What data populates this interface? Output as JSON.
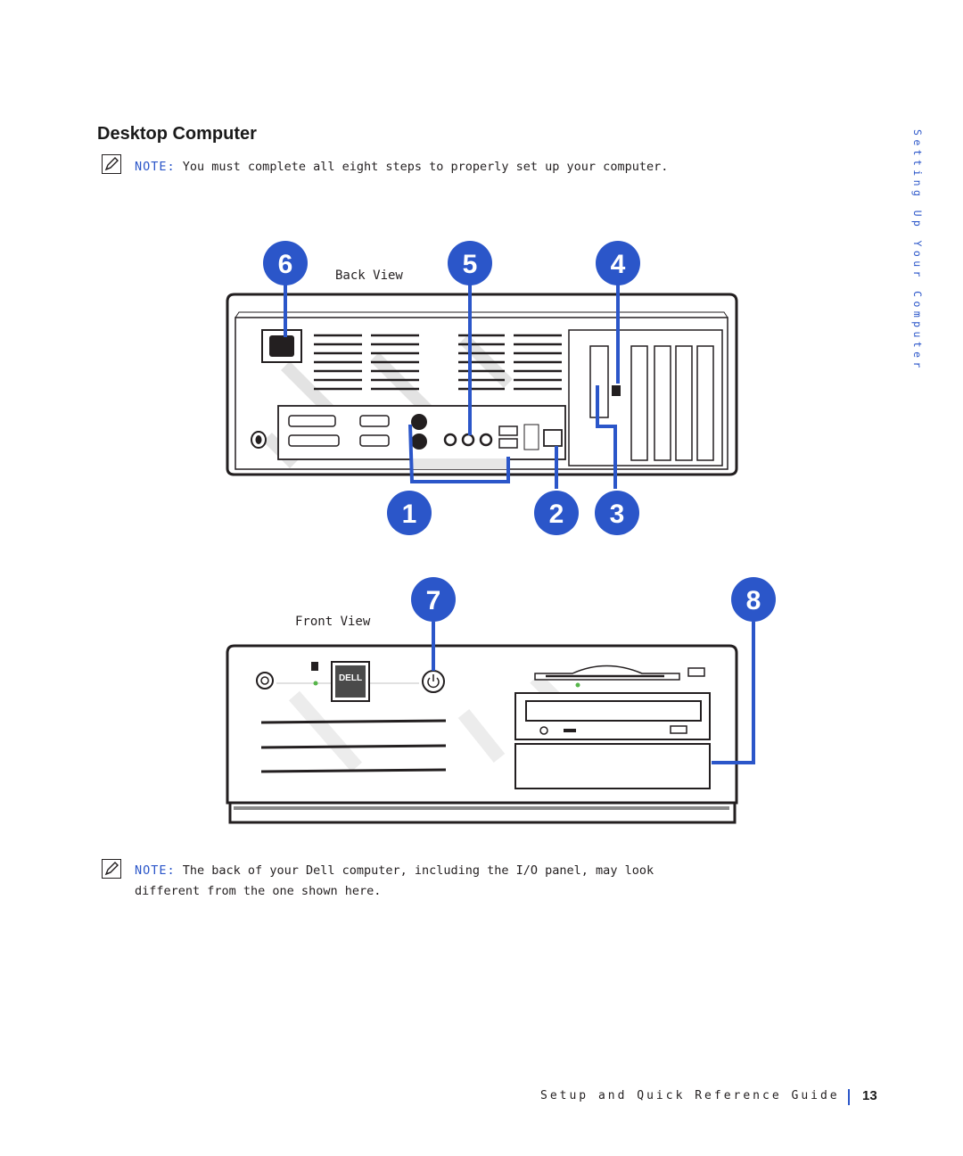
{
  "page": {
    "title": "Desktop Computer",
    "side_tab": "Setting Up Your Computer",
    "footer": {
      "guide_title": "Setup and Quick Reference Guide",
      "page_number": "13"
    }
  },
  "notes": [
    {
      "label": "NOTE:",
      "text": "You must complete all eight steps to properly set up your computer."
    },
    {
      "label": "NOTE:",
      "text_line1": "The back of your Dell computer, including the I/O panel, may look",
      "text_line2": "different from the one shown here."
    }
  ],
  "figure": {
    "back_view_label": "Back View",
    "front_view_label": "Front View",
    "callouts": [
      "1",
      "2",
      "3",
      "4",
      "5",
      "6",
      "7",
      "8"
    ],
    "logo_text": "DELL",
    "accent_color": "#2b56c9",
    "callout_color": "#2b56c9",
    "icons": [
      "pencil-note-icon",
      "power-button-icon",
      "keyboard-port-icon",
      "mouse-port-icon",
      "usb-port-icon",
      "network-port-icon"
    ]
  }
}
